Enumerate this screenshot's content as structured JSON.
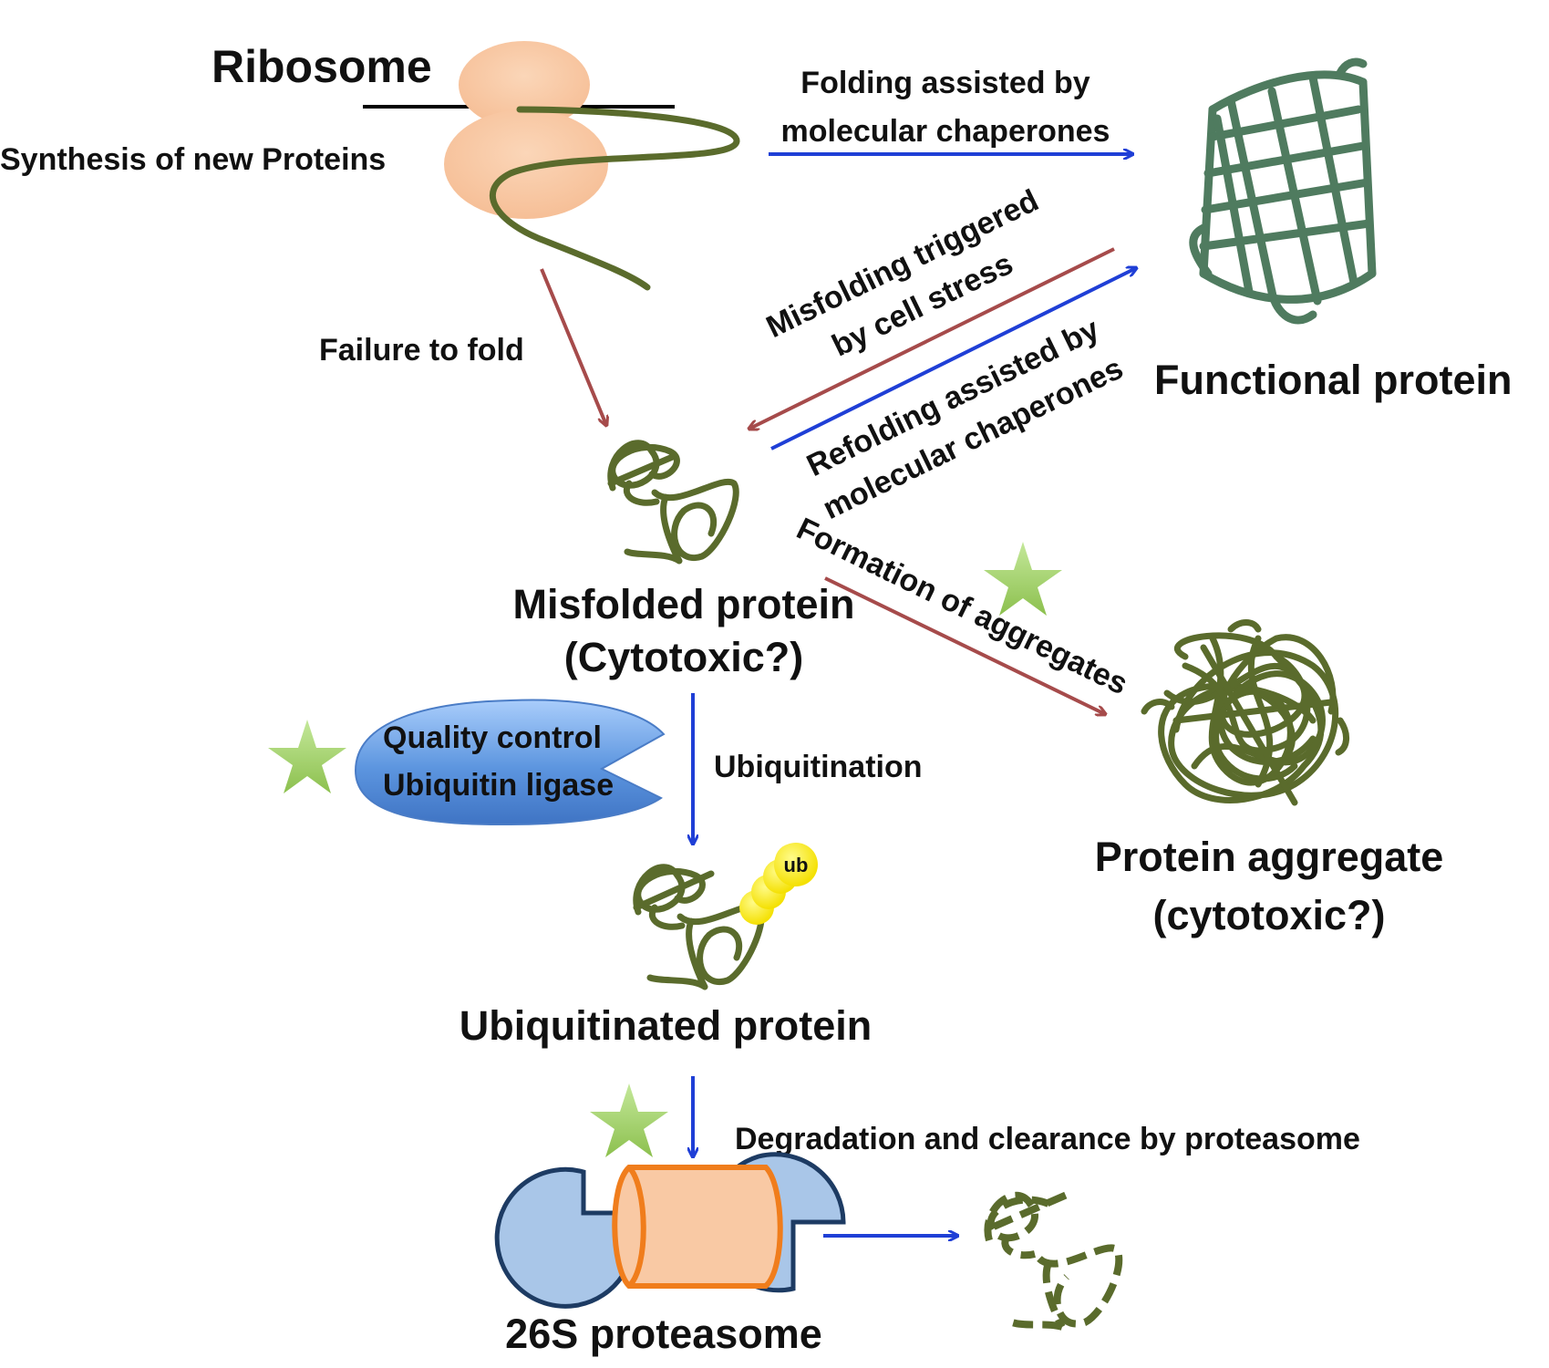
{
  "nodes": {
    "ribosome": "Ribosome",
    "synthesis": "Synthesis of new Proteins",
    "functional": "Functional protein",
    "misfolded_line1": "Misfolded protein",
    "misfolded_line2": "(Cytotoxic?)",
    "aggregate_line1": "Protein aggregate",
    "aggregate_line2": "(cytotoxic?)",
    "ubiquitinated": "Ubiquitinated protein",
    "proteasome": "26S proteasome",
    "quality_line1": "Quality control",
    "quality_line2": "Ubiquitin ligase",
    "ub": "ub"
  },
  "edges": {
    "folding_line1": "Folding assisted by",
    "folding_line2": "molecular chaperones",
    "failure": "Failure to fold",
    "misfolding_line1": "Misfolding triggered",
    "misfolding_line2": "by cell stress",
    "refolding_line1": "Refolding assisted by",
    "refolding_line2": "molecular chaperones",
    "aggregates": "Formation of aggregates",
    "ubiquitination": "Ubiquitination",
    "degradation": "Degradation and clearance by proteasome"
  },
  "colors": {
    "blue_arrow": "#1f3fd6",
    "red_arrow": "#a64b4b",
    "coil": "#5a6b2c",
    "ribosome": "#f9c9a4",
    "proteasome_core": "#f9c9a4",
    "proteasome_core_border": "#f07d1c",
    "proteasome_cap": "#a9c6e8",
    "proteasome_cap_border": "#1d3b63",
    "ubiquitin": "#ffee00",
    "star": "#9ccc5a",
    "barrel": "#4f7b5f"
  }
}
